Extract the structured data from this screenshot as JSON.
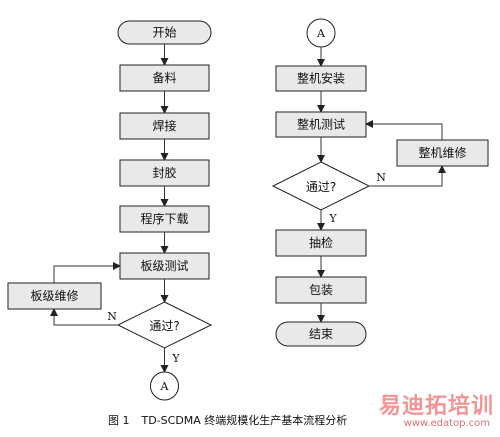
{
  "left_column": {
    "start": "开始",
    "step1": "备料",
    "step2": "焊接",
    "step3": "封胶",
    "step4": "程序下载",
    "step5": "板级测试",
    "decision": "通过?",
    "repair": "板级维修",
    "connector": "A",
    "yes_label": "Y",
    "no_label": "N"
  },
  "right_column": {
    "connector": "A",
    "step1": "整机安装",
    "step2": "整机测试",
    "decision": "通过?",
    "repair": "整机维修",
    "step3": "抽检",
    "step4": "包装",
    "end": "结束",
    "yes_label": "Y",
    "no_label": "N"
  },
  "caption": {
    "figure_no": "图 1",
    "text": "TD-SCDMA 终端规模化生产基本流程分析"
  },
  "watermark": {
    "brand": "易迪拓培训",
    "url": "www.edatop.com"
  }
}
